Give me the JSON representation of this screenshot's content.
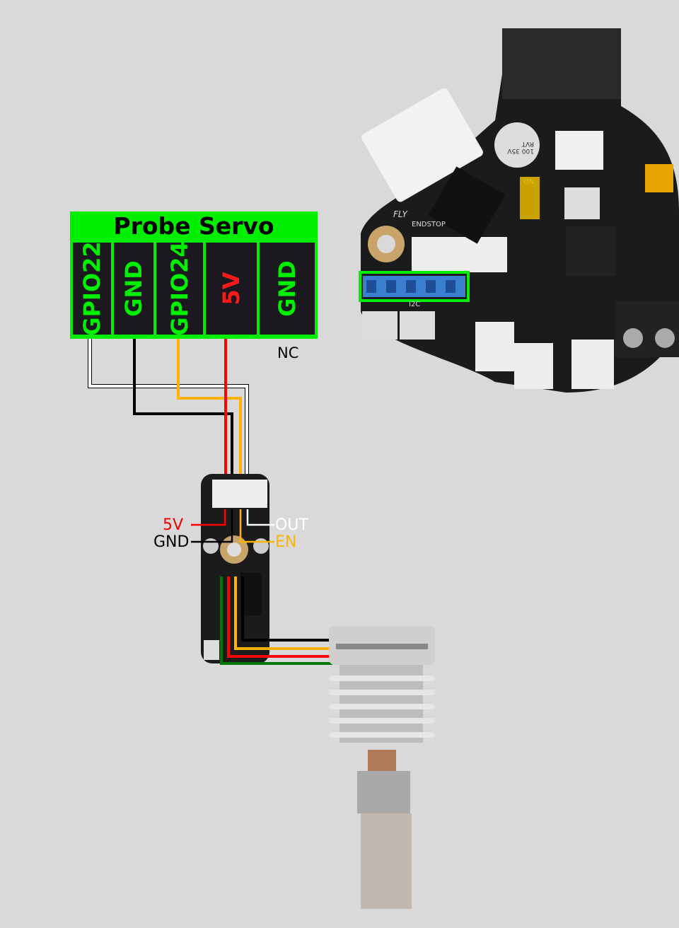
{
  "header": {
    "title": "Probe Servo"
  },
  "pins": [
    {
      "label": "GPIO22",
      "color": "#00ee00",
      "wire": "#ffffff"
    },
    {
      "label": "GND",
      "color": "#00ee00",
      "wire": "#000000"
    },
    {
      "label": "GPIO24",
      "color": "#00ee00",
      "wire": "#ffb300"
    },
    {
      "label": "5V",
      "color": "#ff1a1a",
      "wire": "#ff0000"
    },
    {
      "label": "GND",
      "color": "#00ee00",
      "wire": null
    }
  ],
  "nc_label": "NC",
  "module_labels": {
    "v5": "5V",
    "gnd": "GND",
    "out": "OUT",
    "en": "EN"
  },
  "board_labels": {
    "brand": "FLY",
    "endstop": "ENDSTOP",
    "i2c": "I2C",
    "on": "ON",
    "cap": "100 35V RVT"
  },
  "colors": {
    "highlight": "#00ee00",
    "header_blue": "#3a7fd0",
    "board": "#1b1b1b"
  }
}
